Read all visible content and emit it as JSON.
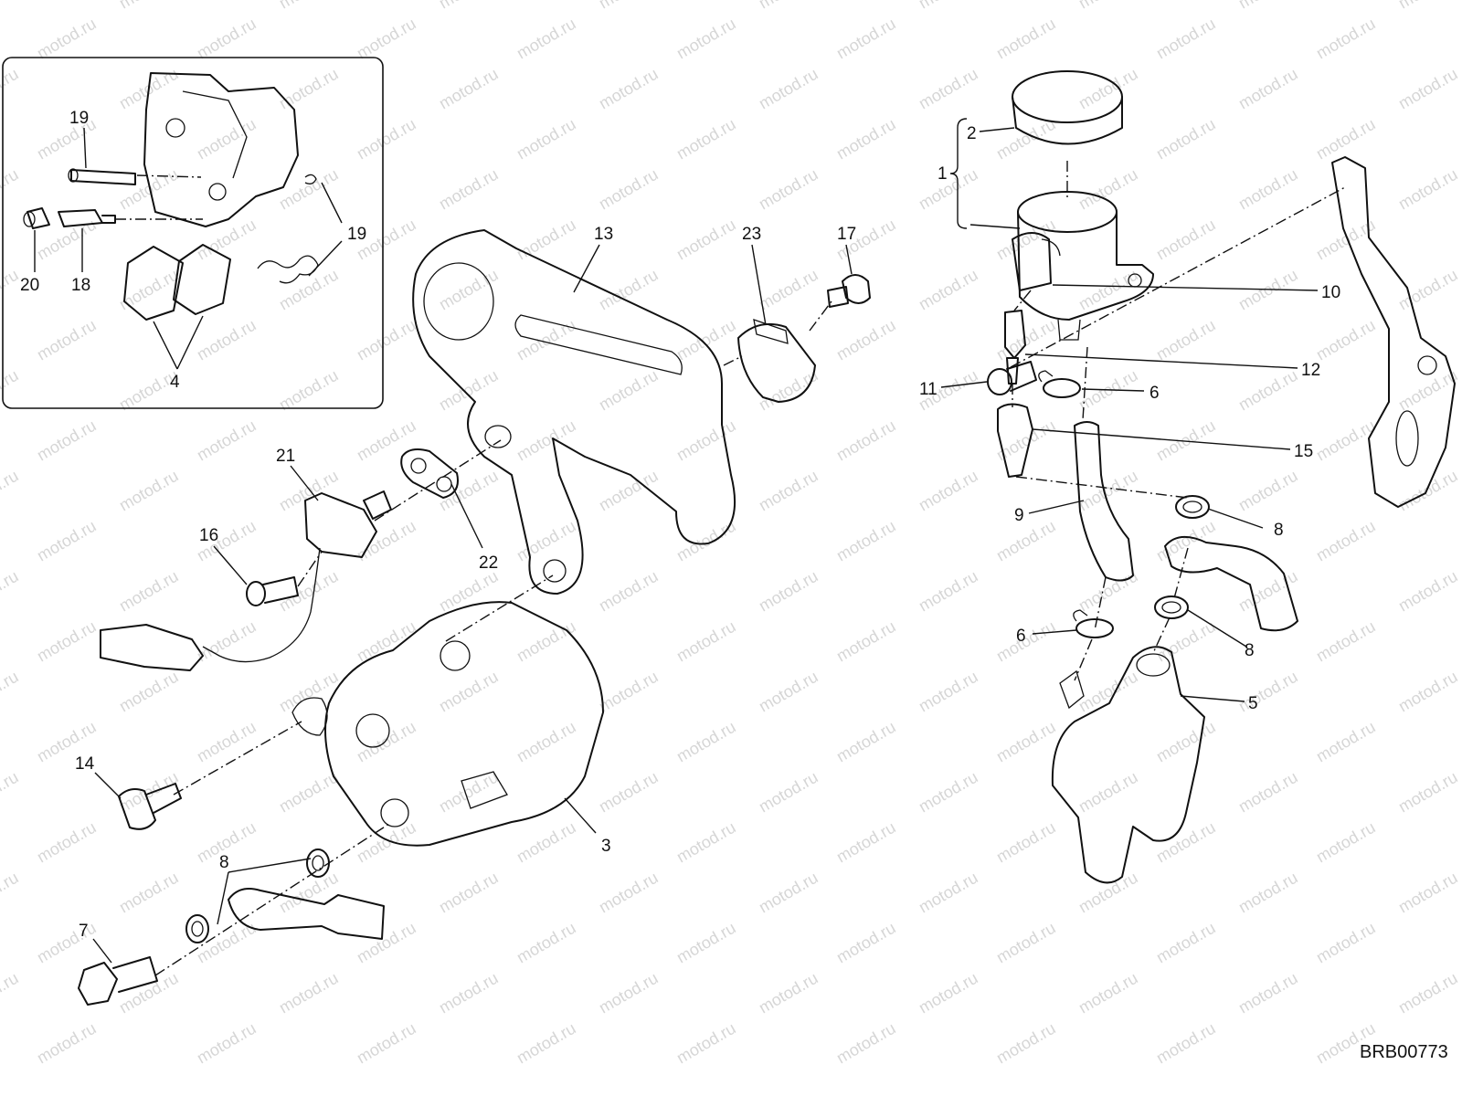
{
  "watermark_text": "motod.ru",
  "drawing_code": "BRB00773",
  "callouts": [
    "19",
    "20",
    "18",
    "19",
    "4",
    "13",
    "23",
    "17",
    "21",
    "16",
    "22",
    "14",
    "3",
    "8",
    "7",
    "2",
    "1",
    "10",
    "11",
    "6",
    "12",
    "15",
    "9",
    "8",
    "6",
    "8",
    "5"
  ]
}
